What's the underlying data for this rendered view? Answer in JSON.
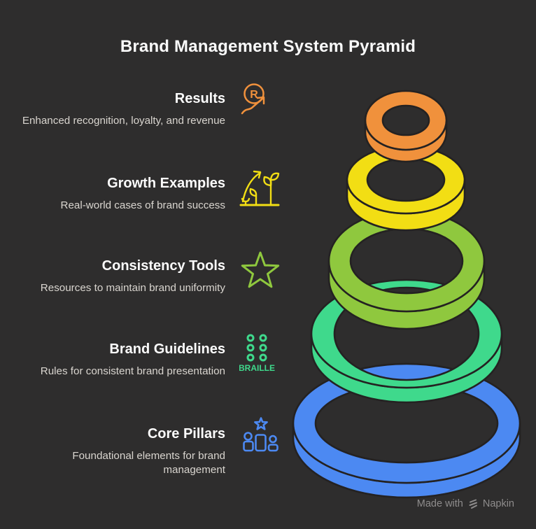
{
  "title": "Brand Management System Pyramid",
  "levels": [
    {
      "name": "Results",
      "description": "Enhanced recognition, loyalty, and revenue",
      "color": "#F0913C",
      "icon": "r-circle-trend-arrow"
    },
    {
      "name": "Growth Examples",
      "description": "Real-world cases of brand success",
      "color": "#F2DE14",
      "icon": "sprouting-plants-arrow"
    },
    {
      "name": "Consistency Tools",
      "description": "Resources to maintain brand uniformity",
      "color": "#8FC83E",
      "icon": "star-outline"
    },
    {
      "name": "Brand Guidelines",
      "description": "Rules for consistent brand presentation",
      "color": "#3FD98C",
      "icon": "braille-dots",
      "icon_label": "BRAILLE"
    },
    {
      "name": "Core Pillars",
      "description": "Foundational elements for brand management",
      "color": "#4C89F2",
      "icon": "podium-people-star"
    }
  ],
  "results_icon_letter": "R",
  "credit": {
    "made_with": "Made with",
    "brand": "Napkin"
  },
  "colors": {
    "background": "#2E2D2D",
    "ring_outline": "#242222",
    "title_text": "#FAFAFA",
    "description_text": "#D9D5CF",
    "credit_text": "#8E8C8C"
  }
}
